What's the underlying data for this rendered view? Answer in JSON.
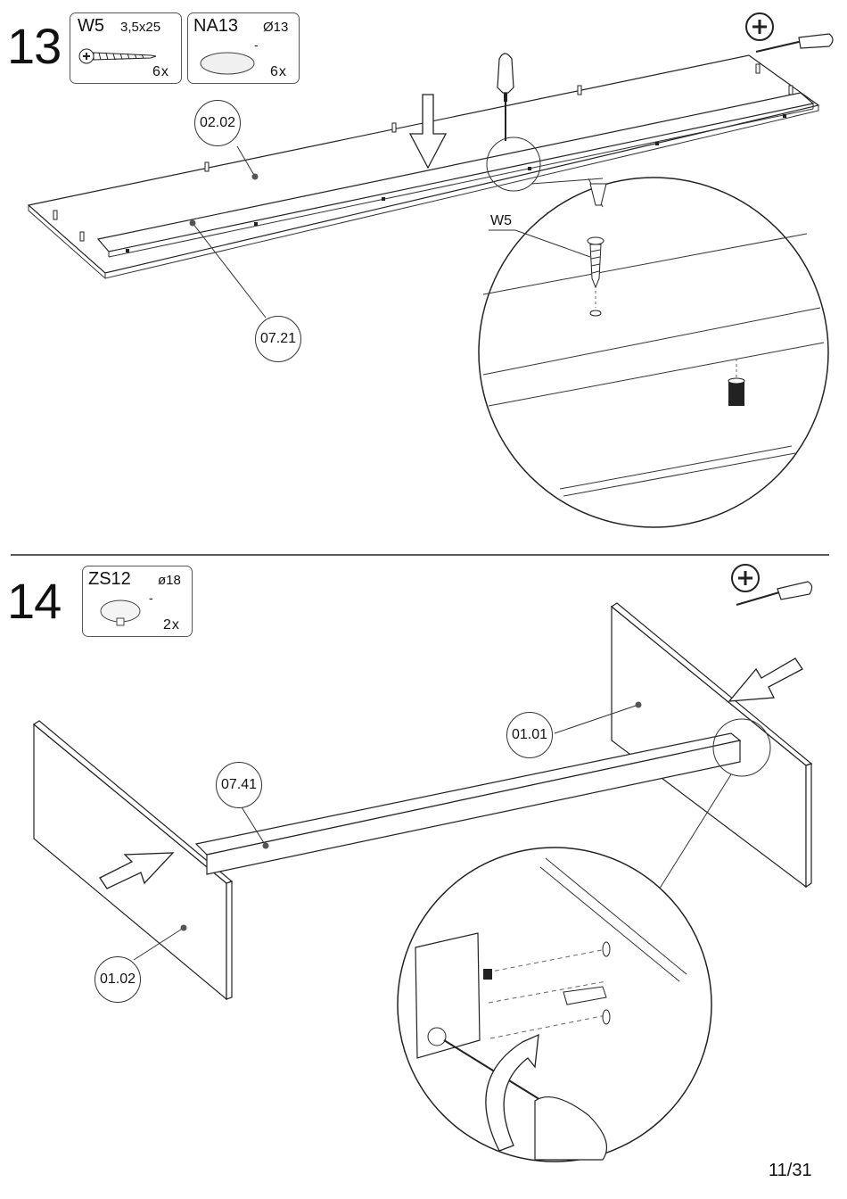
{
  "steps": [
    {
      "number": "13",
      "parts": [
        {
          "code": "W5",
          "spec": "3,5x25",
          "dash": "",
          "qty": "6x",
          "icon": "wood-screw-icon"
        },
        {
          "code": "NA13",
          "spec": "Ø13",
          "dash": "-",
          "qty": "6x",
          "icon": "cover-cap-icon"
        }
      ],
      "tool": "phillips-screwdriver-icon",
      "callouts": [
        "02.02",
        "07.21"
      ],
      "detail_label": "W5"
    },
    {
      "number": "14",
      "parts": [
        {
          "code": "ZS12",
          "spec": "ø18",
          "dash": "-",
          "qty": "2x",
          "icon": "cam-lock-icon"
        }
      ],
      "tool": "phillips-screwdriver-icon",
      "callouts": [
        "01.01",
        "07.41",
        "01.02"
      ]
    }
  ],
  "page_number": "11/31"
}
